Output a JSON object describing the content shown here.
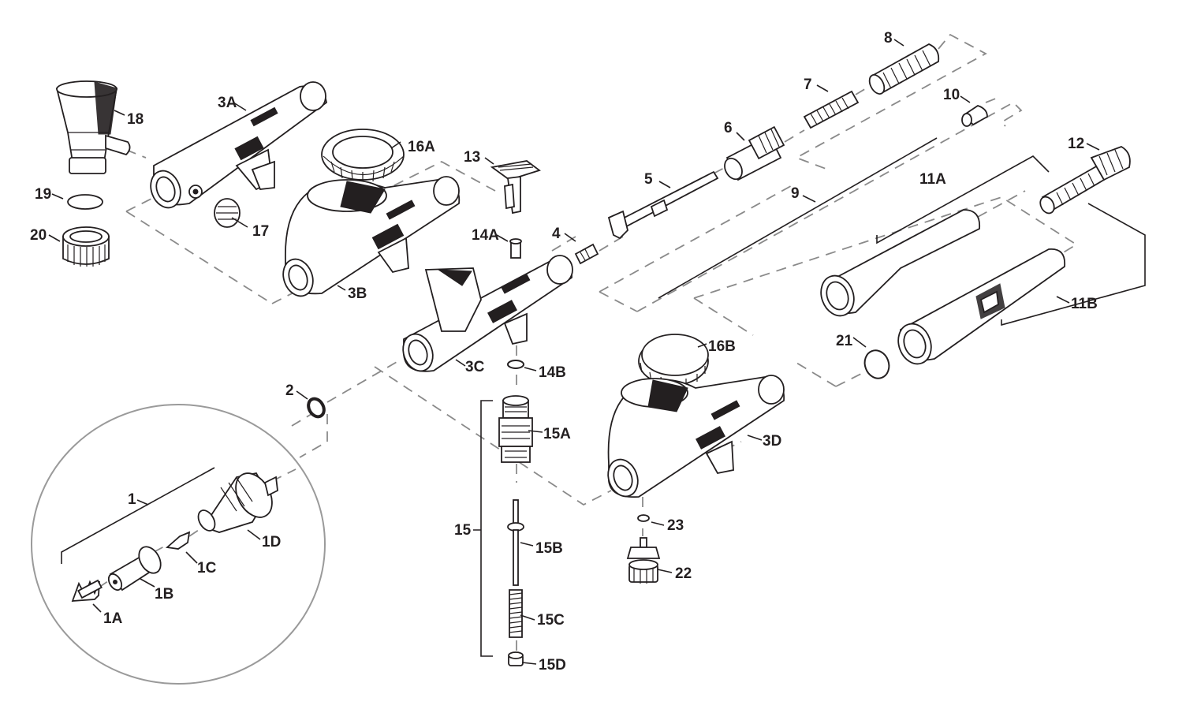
{
  "labels": {
    "p1": "1",
    "p1a": "1A",
    "p1b": "1B",
    "p1c": "1C",
    "p1d": "1D",
    "p2": "2",
    "p3a": "3A",
    "p3b": "3B",
    "p3c": "3C",
    "p3d": "3D",
    "p4": "4",
    "p5": "5",
    "p6": "6",
    "p7": "7",
    "p8": "8",
    "p9": "9",
    "p10": "10",
    "p11a": "11A",
    "p11b": "11B",
    "p12": "12",
    "p13": "13",
    "p14a": "14A",
    "p14b": "14B",
    "p15": "15",
    "p15a": "15A",
    "p15b": "15B",
    "p15c": "15C",
    "p15d": "15D",
    "p16a": "16A",
    "p16b": "16B",
    "p17": "17",
    "p18": "18",
    "p19": "19",
    "p20": "20",
    "p21": "21",
    "p22": "22",
    "p23": "23"
  },
  "colors": {
    "ink": "#231f20",
    "guide": "#8a8a8a",
    "inset_ring": "#9a9a9a"
  }
}
